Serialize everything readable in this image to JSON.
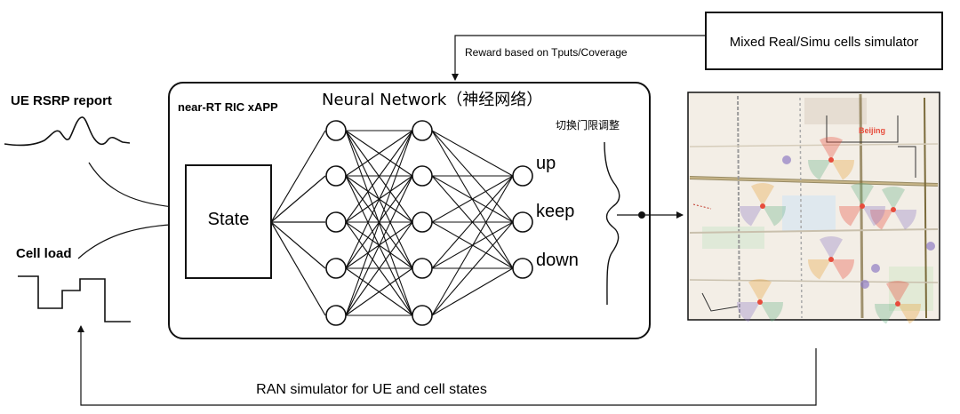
{
  "inputs": {
    "rsrp_label": "UE RSRP report",
    "load_label": "Cell load"
  },
  "xapp": {
    "title": "near-RT RIC xAPP",
    "nn_title": "Neural Network（神经网络）",
    "state_label": "State",
    "outputs": [
      "up",
      "keep",
      "down"
    ],
    "threshold_label": "切换门限调整"
  },
  "simulator": {
    "title": "Mixed Real/Simu cells simulator",
    "reward_label": "Reward based on Tputs/Coverage"
  },
  "feedback": {
    "label": "RAN simulator for UE and cell states"
  },
  "network": {
    "layers": [
      5,
      5,
      5,
      3
    ]
  },
  "map": {
    "highlight_text": "Beijing",
    "colors": {
      "red": "#e74c3c",
      "orange": "#e8a33d",
      "green": "#6ab187",
      "purple": "#8e7cc3",
      "road": "#7a6a3a"
    }
  }
}
